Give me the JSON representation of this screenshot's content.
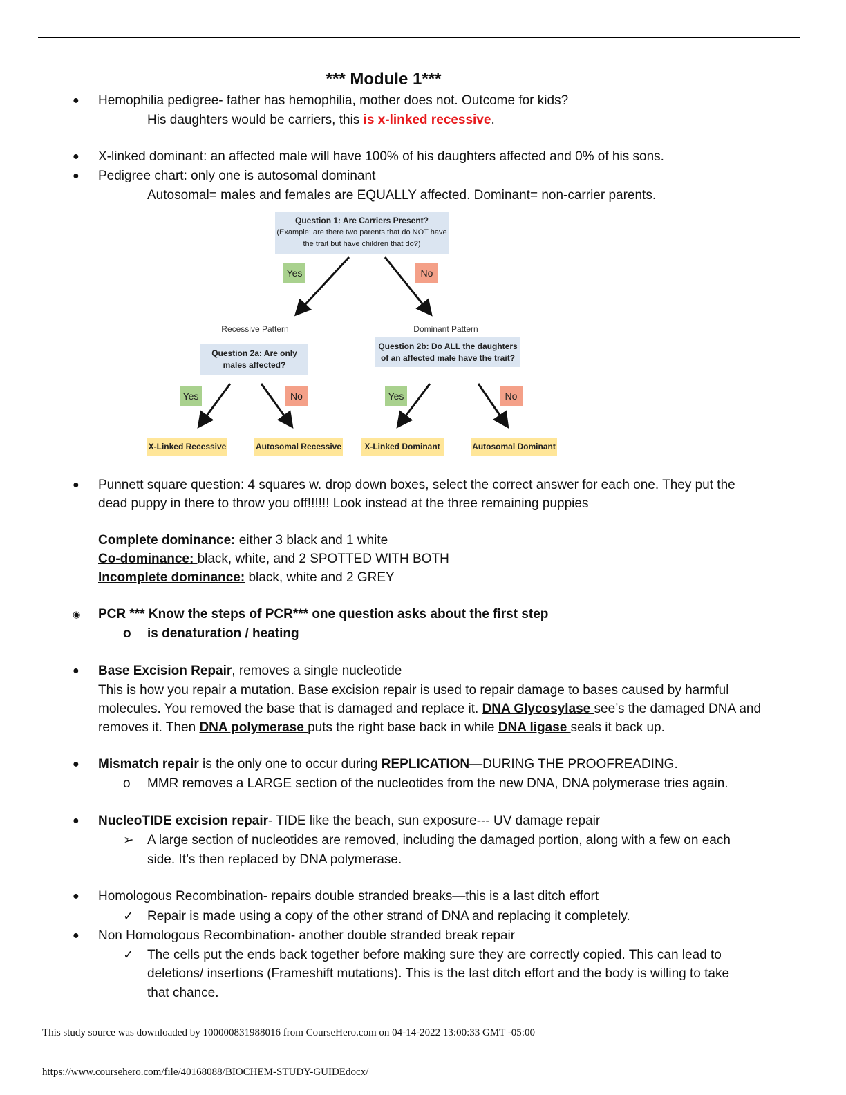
{
  "title": "*** Module 1***",
  "l1": "Hemophilia pedigree- father has hemophilia, mother does not.   Outcome for kids?",
  "l2a": "His daughters would be carriers, this ",
  "l2b": "is x-linked recessive",
  "l2c": ".",
  "l3": "X-linked dominant: an affected male will have 100% of his daughters affected and 0% of his sons.",
  "l4": "Pedigree chart: only one is autosomal dominant",
  "l5": "Autosomal= males and females are EQUALLY affected.  Dominant= non-carrier parents.",
  "diagram": {
    "q1_title": "Question 1: Are Carriers Present?",
    "q1_sub1": "(Example: are there two parents that do NOT have",
    "q1_sub2": "the trait but have children that do?)",
    "yes": "Yes",
    "no": "No",
    "recessive": "Recessive Pattern",
    "dominant": "Dominant Pattern",
    "q2a_1": "Question 2a: Are only",
    "q2a_2": "males affected?",
    "q2b_1": "Question 2b: Do ALL the daughters",
    "q2b_2": "of an affected male have the trait?",
    "leaf1": "X-Linked Recessive",
    "leaf2": "Autosomal Recessive",
    "leaf3": "X-Linked Dominant",
    "leaf4": "Autosomal Dominant"
  },
  "p1": "Punnett square question: 4 squares w. drop down boxes, select the correct answer for each one.  They put the",
  "p2": "dead puppy in there to throw you off!!!!!!  Look instead at the three remaining puppies",
  "cd_h": "Complete dominance: ",
  "cd_t": "either 3 black and 1 white",
  "co_h": "Co-dominance: ",
  "co_t": "black, white, and 2 SPOTTED WITH BOTH",
  "in_h": "Incomplete dominance:",
  "in_t": " black, white and 2 GREY",
  "pcr": "PCR *** Know the steps of PCR*** one question asks about the first step",
  "pcr_sub": "is denaturation / heating",
  "ber_h": "Base Excision Repair",
  "ber_t": ", removes a single nucleotide",
  "ber2": "This is how you repair a mutation. Base excision repair is used to repair damage to bases caused by harmful",
  "ber3a": "molecules.  You removed the base that is damaged and replace it.  ",
  "ber3b": "DNA Glycosylase ",
  "ber3c": "see’s the damaged DNA and",
  "ber4a": "removes it. Then ",
  "ber4b": "DNA polymerase ",
  "ber4c": "puts the right base back in while ",
  "ber4d": "DNA ligase ",
  "ber4e": "seals it back up.",
  "mm_h": "Mismatch repair",
  "mm_t": " is the only one to occur during ",
  "mm_b": "REPLICATION",
  "mm_e": "—DURING THE PROOFREADING.",
  "mm_sub": "MMR removes a LARGE section of the nucleotides from the new DNA,  DNA polymerase tries again.",
  "ner_h": "NucleoTIDE excision repair",
  "ner_t": "- TIDE like the beach, sun exposure--- UV damage repair",
  "ner_s1": "A large section of nucleotides are removed, including the damaged portion, along with a few on each",
  "ner_s2": "side.  It’s then replaced by DNA polymerase.",
  "hr": "Homologous Recombination- repairs double stranded breaks—this is a last ditch effort",
  "hr_s": "Repair is made using a copy of the other strand of DNA and replacing it completely.",
  "nhr": "Non Homologous Recombination- another double stranded break repair",
  "nhr_s1": "The cells put the ends back together before making sure they are correctly copied. This can lead to",
  "nhr_s2": "deletions/ insertions (Frameshift mutations).  This is the last ditch effort and the body is willing to take",
  "nhr_s3": "that chance.",
  "footer1": "This study source was downloaded by 100000831988016 from CourseHero.com on 04-14-2022 13:00:33 GMT -05:00",
  "footer2": "https://www.coursehero.com/file/40168088/BIOCHEM-STUDY-GUIDEdocx/"
}
